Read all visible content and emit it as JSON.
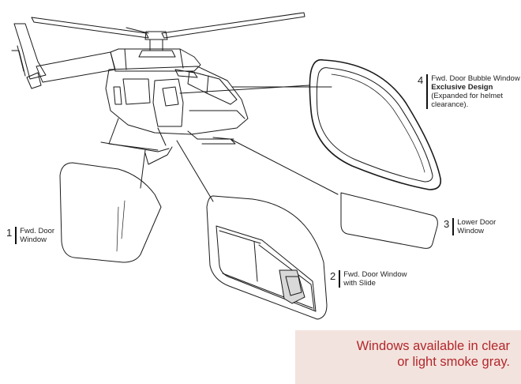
{
  "callouts": [
    {
      "id": "1",
      "number": "1",
      "lines": [
        "Fwd. Door",
        "Window"
      ]
    },
    {
      "id": "2",
      "number": "2",
      "lines": [
        "Fwd. Door Window",
        "with Slide"
      ]
    },
    {
      "id": "3",
      "number": "3",
      "lines": [
        "Lower Door",
        "Window"
      ]
    },
    {
      "id": "4",
      "number": "4",
      "line1": "Fwd. Door Bubble Window",
      "bold": "Exclusive Design",
      "line3": "(Expanded for helmet",
      "line4": "clearance)."
    }
  ],
  "note": {
    "line1": "Windows available in clear",
    "line2": "or light smoke gray."
  },
  "colors": {
    "note_text": "#b2272b",
    "note_bg": "#f3e3de",
    "line": "#1a1a1a"
  }
}
